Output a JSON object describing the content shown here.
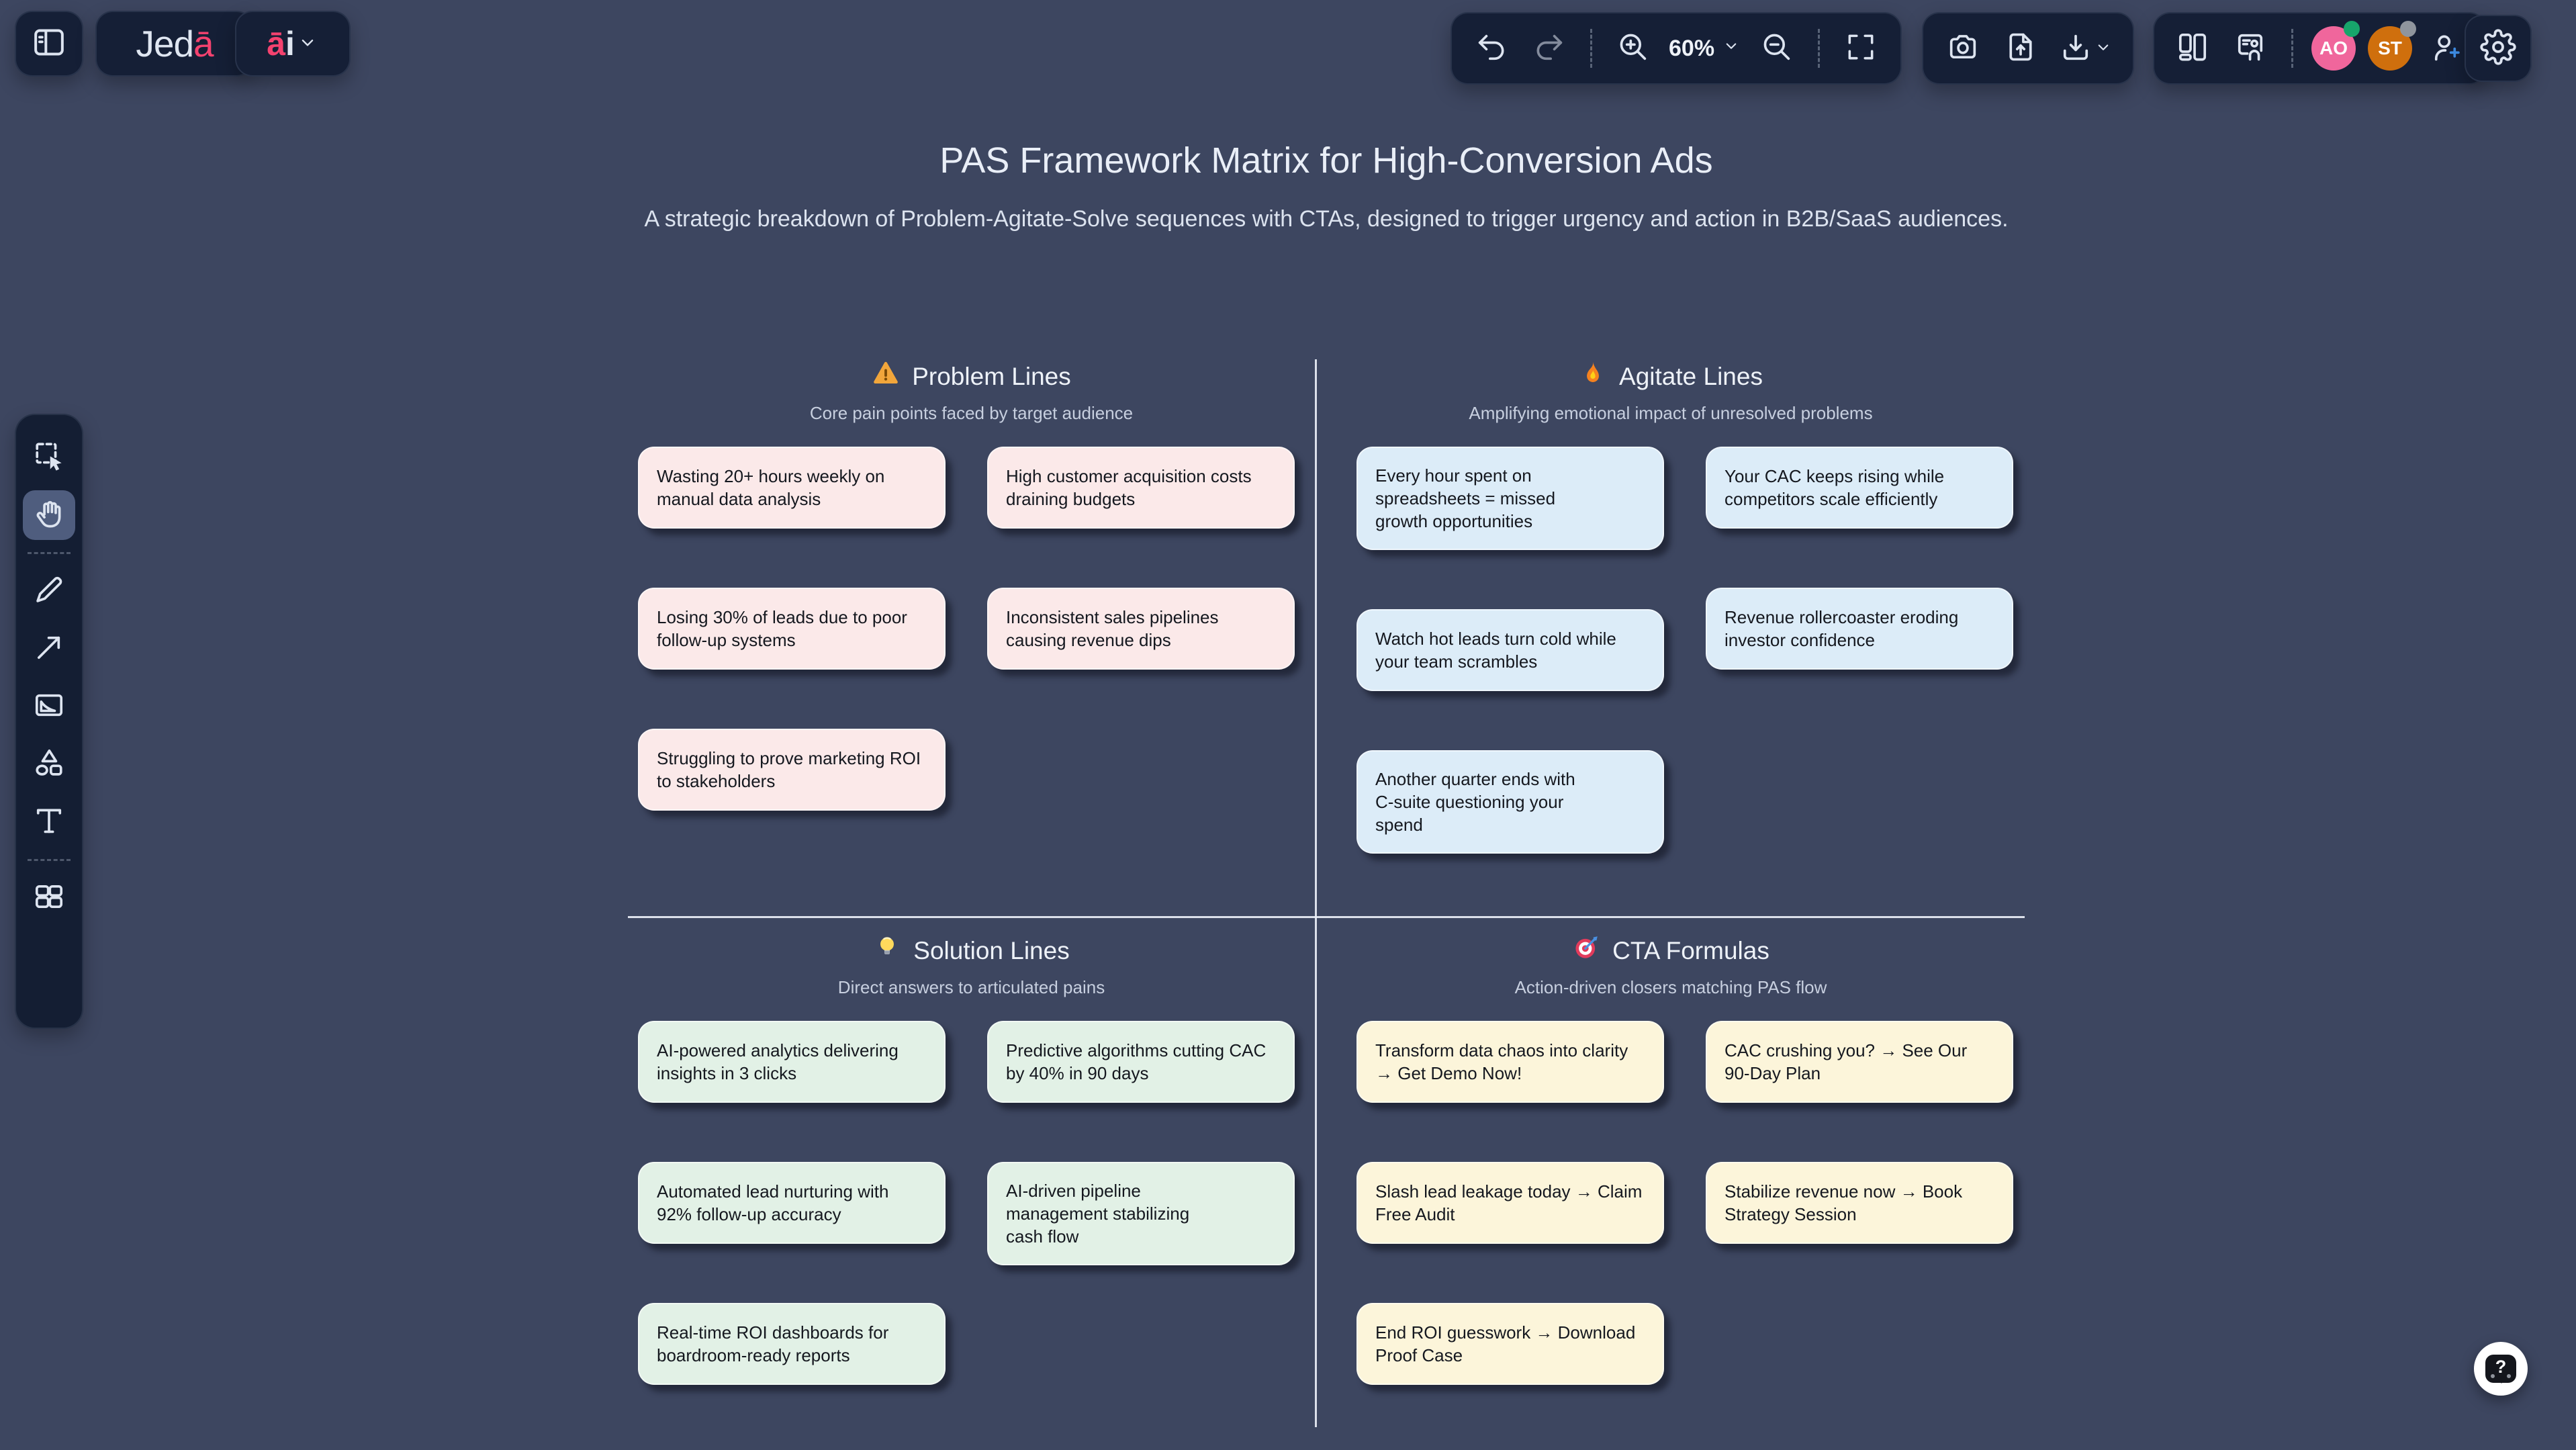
{
  "header": {
    "logo_primary": "Jed",
    "logo_accent": "ā",
    "ai_accent": "ā",
    "ai_rest": "i",
    "zoom_level": "60%",
    "icons": [
      "sidebar-toggle-icon",
      "chevron-down-icon",
      "undo-icon",
      "redo-icon",
      "zoom-in-icon",
      "zoom-out-icon",
      "fullscreen-icon",
      "camera-icon",
      "export-icon",
      "download-icon",
      "layout-icon",
      "present-icon",
      "add-user-icon",
      "settings-icon"
    ],
    "accent_color": "#f4426f",
    "panel_color": "#151f36"
  },
  "collaborators": [
    {
      "initials": "AO",
      "color": "#f0669c",
      "status_color": "#17a express"
    },
    {
      "initials": "ST",
      "color": "#cf6f0d",
      "status_color": "#8f959d"
    }
  ],
  "collab": {
    "avatar1": {
      "initials": "AO",
      "color": "#f0669c",
      "status_color": "#17a56b"
    },
    "avatar2": {
      "initials": "ST",
      "color": "#cf6f0d",
      "status_color": "#8f959d"
    }
  },
  "tools": [
    {
      "name": "select",
      "icon": "select-icon",
      "active": false
    },
    {
      "name": "pan",
      "icon": "hand-icon",
      "active": true
    },
    {
      "name": "pen",
      "icon": "pen-icon",
      "active": false
    },
    {
      "name": "connector",
      "icon": "arrow-icon",
      "active": false
    },
    {
      "name": "frame",
      "icon": "frame-icon",
      "active": false
    },
    {
      "name": "shapes",
      "icon": "shapes-icon",
      "active": false
    },
    {
      "name": "text",
      "icon": "text-icon",
      "active": false
    },
    {
      "name": "templates",
      "icon": "templates-icon",
      "active": false
    }
  ],
  "canvas_background": "#3d4660",
  "board": {
    "title": "PAS Framework Matrix for High-Conversion Ads",
    "subtitle": "A strategic breakdown of Problem-Agitate-Solve sequences with CTAs, designed to trigger urgency and action in B2B/SaaS audiences.",
    "quadrants": [
      {
        "title": "Problem Lines",
        "subtitle": "Core pain points faced by target audience",
        "icon": "warning-icon",
        "note_color": "#fbe9e9",
        "columns": [
          [
            "Wasting 20+ hours weekly on manual data analysis",
            "Losing 30% of leads due to poor follow-up systems",
            "Struggling to prove marketing ROI to stakeholders"
          ],
          [
            "High customer acquisition costs draining budgets",
            "Inconsistent sales pipelines causing revenue dips"
          ]
        ]
      },
      {
        "title": "Agitate Lines",
        "subtitle": "Amplifying emotional impact of unresolved problems",
        "icon": "flame-icon",
        "note_color": "#dcecf8",
        "columns": [
          [
            "Every hour spent on spreadsheets = missed growth opportunities",
            "Watch hot leads turn cold while your team scrambles",
            "Another quarter ends with C-suite questioning your spend"
          ],
          [
            "Your CAC keeps rising while competitors scale efficiently",
            "Revenue rollercoaster eroding investor confidence"
          ]
        ]
      },
      {
        "title": "Solution Lines",
        "subtitle": "Direct answers to articulated pains",
        "icon": "bulb-icon",
        "note_color": "#e2f1e6",
        "columns": [
          [
            "AI-powered analytics delivering insights in 3 clicks",
            "Automated lead nurturing with 92% follow-up accuracy",
            "Real-time ROI dashboards for boardroom-ready reports"
          ],
          [
            "Predictive algorithms cutting CAC by 40% in 90 days",
            "AI-driven pipeline management stabilizing cash flow"
          ]
        ]
      },
      {
        "title": "CTA Formulas",
        "subtitle": "Action-driven closers matching PAS flow",
        "icon": "target-icon",
        "note_color": "#fcf5da",
        "columns": [
          [
            "Transform data chaos into clarity → Get Demo Now!",
            "Slash lead leakage today → Claim Free Audit",
            "End ROI guesswork → Download Proof Case"
          ],
          [
            "CAC crushing you? → See Our 90-Day Plan",
            "Stabilize revenue now → Book Strategy Session"
          ]
        ]
      }
    ]
  },
  "help": {
    "label": "?",
    "icon": "help-icon"
  }
}
